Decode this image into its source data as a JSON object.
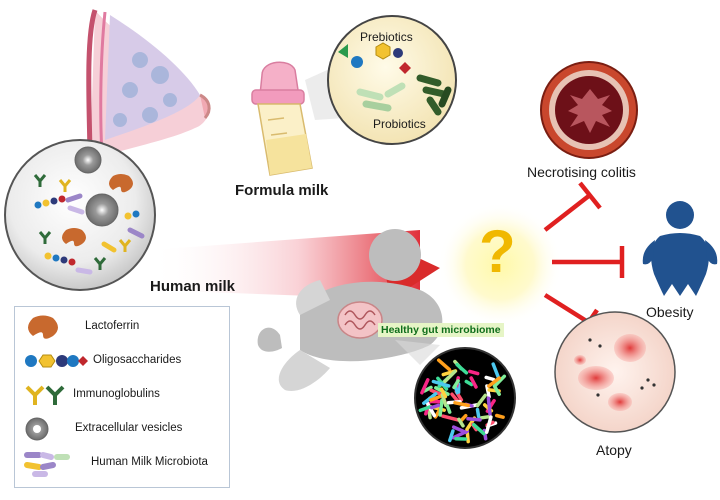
{
  "labels": {
    "prebiotics": "Prebiotics",
    "probiotics": "Probiotics",
    "formula_milk": "Formula milk",
    "human_milk": "Human milk",
    "necrotising_colitis": "Necrotising colitis",
    "obesity": "Obesity",
    "atopy": "Atopy",
    "healthy_gut_microbiome": "Healthy gut microbiome",
    "question_mark": "?"
  },
  "legend": {
    "items": [
      {
        "label": "Lactoferrin",
        "icon": "lactoferrin-icon"
      },
      {
        "label": "Oligosaccharides",
        "icon": "oligosaccharides-icon"
      },
      {
        "label": "Immunoglobulins",
        "icon": "immunoglobulins-icon"
      },
      {
        "label": "Extracellular vesicles",
        "icon": "extracellular-vesicle-icon"
      },
      {
        "label": "Human Milk Microbiota",
        "icon": "microbiota-icon"
      }
    ]
  },
  "colors": {
    "lactoferrin": "#c8692e",
    "oligo_yellow": "#f2c230",
    "oligo_blue": "#1f78c1",
    "oligo_navy": "#2d3a7a",
    "oligo_red": "#c0272d",
    "immuno_yellow": "#e0b420",
    "immuno_green": "#2f6b3a",
    "inhibit_red": "#e02020",
    "baby_blue": "#21528f",
    "question": "#f0b800",
    "gut_label_green": "#0f6e1b",
    "gut_label_bg": "#e6f5c6"
  }
}
